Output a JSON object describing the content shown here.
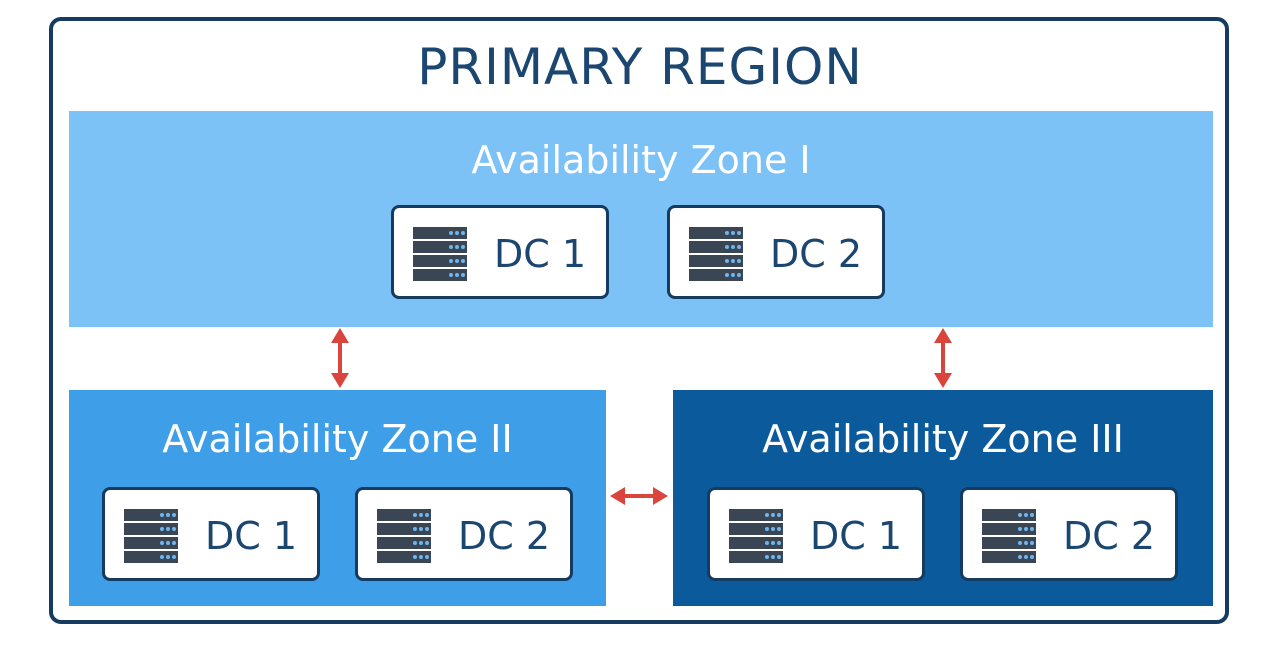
{
  "region": {
    "title": "PRIMARY REGION"
  },
  "zones": [
    {
      "label": "Availability Zone I",
      "datacenters": [
        "DC 1",
        "DC 2"
      ],
      "color": "#7cc2f7"
    },
    {
      "label": "Availability Zone II",
      "datacenters": [
        "DC 1",
        "DC 2"
      ],
      "color": "#3f9ee8"
    },
    {
      "label": "Availability Zone III",
      "datacenters": [
        "DC 1",
        "DC 2"
      ],
      "color": "#0a5a9c"
    }
  ],
  "icons": {
    "datacenter": "server-rack-icon",
    "link": "double-arrow-icon"
  },
  "colors": {
    "border": "#163b60",
    "arrow": "#d9453c",
    "text": "#1b4670"
  }
}
